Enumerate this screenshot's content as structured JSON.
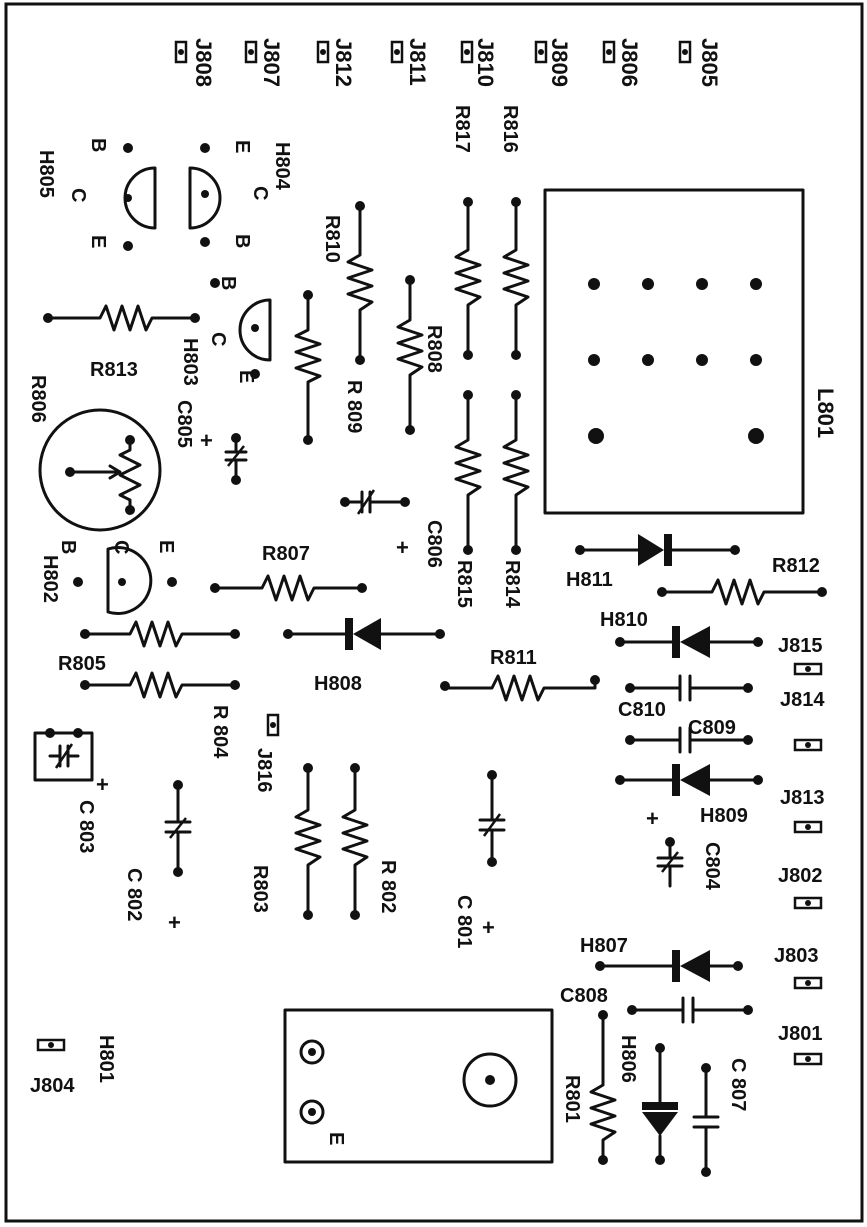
{
  "jacks": {
    "j808": "J808",
    "j807": "J807",
    "j812": "J812",
    "j811": "J811",
    "j810": "J810",
    "j809": "J809",
    "j806": "J806",
    "j805": "J805",
    "j815": "J815",
    "j814": "J814",
    "j813": "J813",
    "j802": "J802",
    "j803": "J803",
    "j801": "J801",
    "j816": "J816",
    "j804": "J804"
  },
  "resistors": {
    "r817": "R817",
    "r816": "R816",
    "r810": "R810",
    "r809": "R 809",
    "r808": "R808",
    "r813": "R813",
    "r815": "R815",
    "r814": "R814",
    "r812": "R812",
    "r807": "R807",
    "r805": "R805",
    "r804": "R 804",
    "r811": "R811",
    "r803": "R803",
    "r802": "R 802",
    "r801": "R801",
    "r806": "R806"
  },
  "capacitors": {
    "c805": "C805",
    "c806": "C806",
    "c810": "C810",
    "c809": "C809",
    "c804": "C804",
    "c803": "C 803",
    "c802": "C 802",
    "c801": "C 801",
    "c808": "C808",
    "c807": "C 807"
  },
  "semis": {
    "h805": "H805",
    "h804": "H804",
    "h803": "H803",
    "h802": "H802",
    "h811": "H811",
    "h810": "H810",
    "h808": "H808",
    "h809": "H809",
    "h807": "H807",
    "h806": "H806",
    "h801": "H801"
  },
  "pins": {
    "b": "B",
    "c": "C",
    "e": "E",
    "plus": "+"
  },
  "inductor": "L801"
}
